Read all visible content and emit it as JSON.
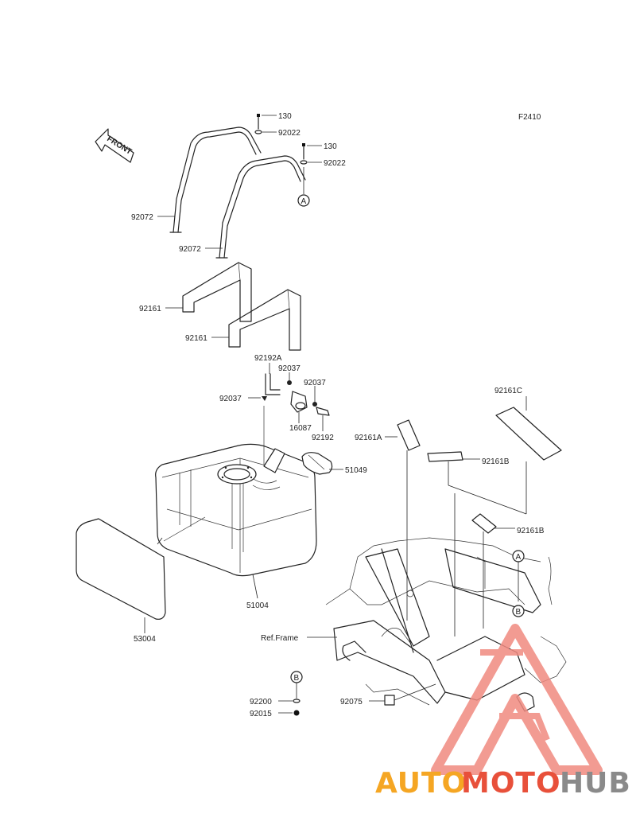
{
  "figure_code": "F2410",
  "front_label": "FRONT",
  "ref_a": "A",
  "ref_b": "B",
  "parts": {
    "p130_a": "130",
    "p92022_a": "92022",
    "p130_b": "130",
    "p92022_b": "92022",
    "p92072_a": "92072",
    "p92072_b": "92072",
    "p92161_a": "92161",
    "p92161_b": "92161",
    "p92192A": "92192A",
    "p92037_a": "92037",
    "p92037_b": "92037",
    "p92037_c": "92037",
    "p16087": "16087",
    "p92192": "92192",
    "p51049": "51049",
    "p51004": "51004",
    "p53004": "53004",
    "p92161A": "92161A",
    "p92161B_a": "92161B",
    "p92161B_b": "92161B",
    "p92161C": "92161C",
    "pRefFrame": "Ref.Frame",
    "p92075": "92075",
    "p92200": "92200",
    "p92015": "92015"
  },
  "watermark": {
    "text_a": "AUTO",
    "text_b": "MOTO",
    "text_c": "HUB",
    "color_a": "#f5a623",
    "color_b": "#e8503a",
    "color_c": "#8a8a8a"
  }
}
